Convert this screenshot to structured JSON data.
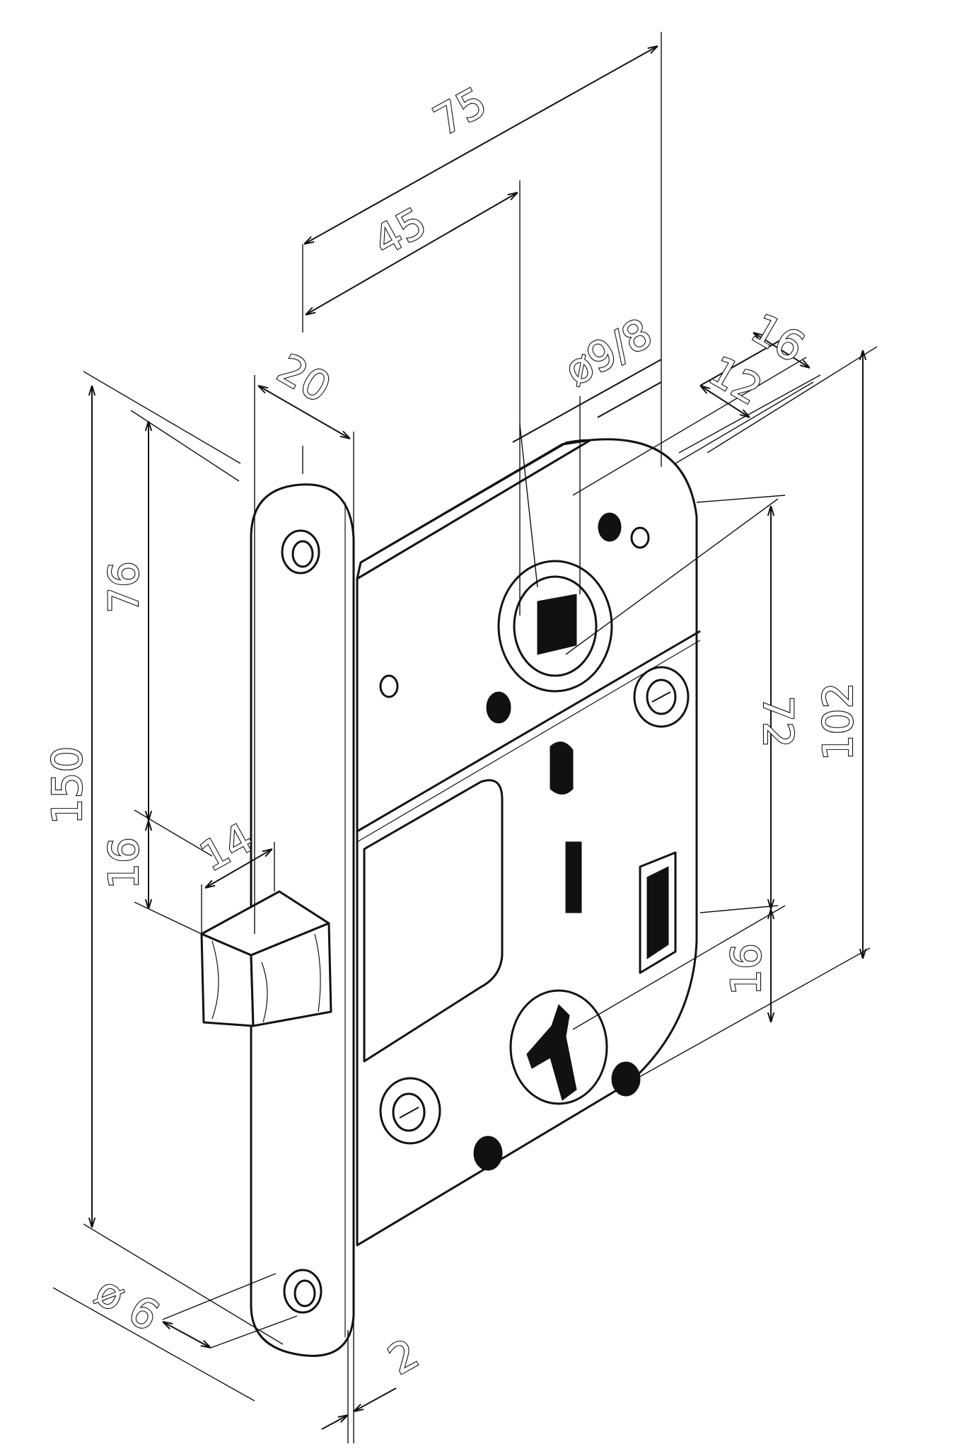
{
  "diagram": {
    "dimensions": {
      "d75": "75",
      "d45": "45",
      "d20": "20",
      "d9_8": "ø9/8",
      "d16_top": "16",
      "d12": "12",
      "d76": "76",
      "d150": "150",
      "d16_left": "16",
      "d14": "14",
      "d72": "72",
      "d102": "102",
      "d16_right": "16",
      "d_phi6": "ø 6",
      "d2": "2"
    },
    "colors": {
      "line": "#111111",
      "background": "#ffffff"
    }
  }
}
